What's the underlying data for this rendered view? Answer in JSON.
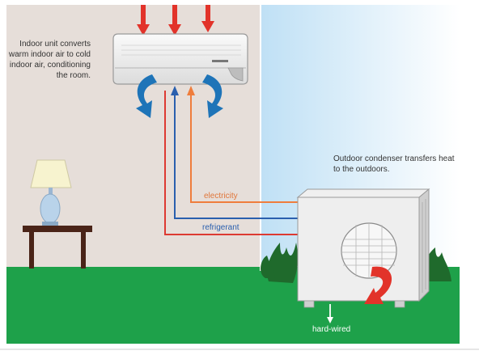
{
  "labels": {
    "indoor_unit": "Indoor unit converts warm indoor air to cold indoor air, conditioning the room.",
    "outdoor_unit": "Outdoor condenser transfers heat to the outdoors.",
    "electricity": "electricity",
    "refrigerant": "refrigerant",
    "hard_wired": "hard-wired"
  },
  "colors": {
    "indoor_wall": "#e6ded9",
    "sky": "#d6ebf8",
    "grass": "#1ea14a",
    "warm_arrow": "#e2332a",
    "cool_arrow": "#1e74b8",
    "electricity_line": "#ef7d3c",
    "refrigerant_blue": "#2a5fae",
    "refrigerant_red": "#dd3a32"
  }
}
